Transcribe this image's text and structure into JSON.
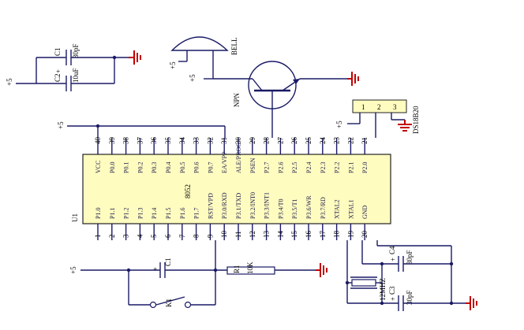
{
  "mcu": {
    "name": "8052",
    "ref": "U1",
    "top_pins": [
      {
        "num": "40",
        "label": "VCC"
      },
      {
        "num": "39",
        "label": "P0.0"
      },
      {
        "num": "38",
        "label": "P0.1"
      },
      {
        "num": "37",
        "label": "P0.2"
      },
      {
        "num": "36",
        "label": "P0.3"
      },
      {
        "num": "35",
        "label": "P0.4"
      },
      {
        "num": "34",
        "label": "P0.5"
      },
      {
        "num": "33",
        "label": "P0.6"
      },
      {
        "num": "32",
        "label": "P0.7"
      },
      {
        "num": "31",
        "label": "EA/VPP"
      },
      {
        "num": "30",
        "label": "ALE/PROG"
      },
      {
        "num": "29",
        "label": "PSEN"
      },
      {
        "num": "28",
        "label": "P2.7"
      },
      {
        "num": "27",
        "label": "P2.6"
      },
      {
        "num": "26",
        "label": "P2.5"
      },
      {
        "num": "25",
        "label": "P2.4"
      },
      {
        "num": "24",
        "label": "P2.3"
      },
      {
        "num": "23",
        "label": "P2.2"
      },
      {
        "num": "22",
        "label": "P2.1"
      },
      {
        "num": "21",
        "label": "P2.0"
      }
    ],
    "bottom_pins": [
      {
        "num": "1",
        "label": "P1.0"
      },
      {
        "num": "2",
        "label": "P1.1"
      },
      {
        "num": "3",
        "label": "P1.2"
      },
      {
        "num": "4",
        "label": "P1.3"
      },
      {
        "num": "5",
        "label": "P1.4"
      },
      {
        "num": "6",
        "label": "P1.5"
      },
      {
        "num": "7",
        "label": "P1.6"
      },
      {
        "num": "8",
        "label": "P1.7"
      },
      {
        "num": "9",
        "label": "RST/VPD"
      },
      {
        "num": "10",
        "label": "P3.0/RXD"
      },
      {
        "num": "11",
        "label": "P3.1/TXD"
      },
      {
        "num": "12",
        "label": "P3.2/INT0"
      },
      {
        "num": "13",
        "label": "P3.3/INT1"
      },
      {
        "num": "14",
        "label": "P3.4/T0"
      },
      {
        "num": "15",
        "label": "P3.5/T1"
      },
      {
        "num": "16",
        "label": "P3.6/WR"
      },
      {
        "num": "17",
        "label": "P3.7/RD"
      },
      {
        "num": "18",
        "label": "XTAL2"
      },
      {
        "num": "19",
        "label": "XTAL1"
      },
      {
        "num": "20",
        "label": "GND"
      }
    ]
  },
  "labels": {
    "c1": "C1",
    "c1_val": "30pF",
    "c2": "C2",
    "c2_val": "10uF",
    "bell": "BELL",
    "npn": "NPN",
    "sensor": "DS18B20",
    "sensor_pins": [
      "1",
      "2",
      "3"
    ],
    "reset_cap": "C1",
    "r1": "R1",
    "r1_val": "10K",
    "k1": "K1",
    "c4": "C4",
    "c4_val": "30pF",
    "c3": "C3",
    "c3_val": "30pF",
    "crystal": "12MHZ",
    "vcc": "+5",
    "plus": "+"
  },
  "colors": {
    "wire": "#1a1a66",
    "ground": "#c00000",
    "chip": "#fffcc0",
    "sensor": "#fffcc0"
  }
}
